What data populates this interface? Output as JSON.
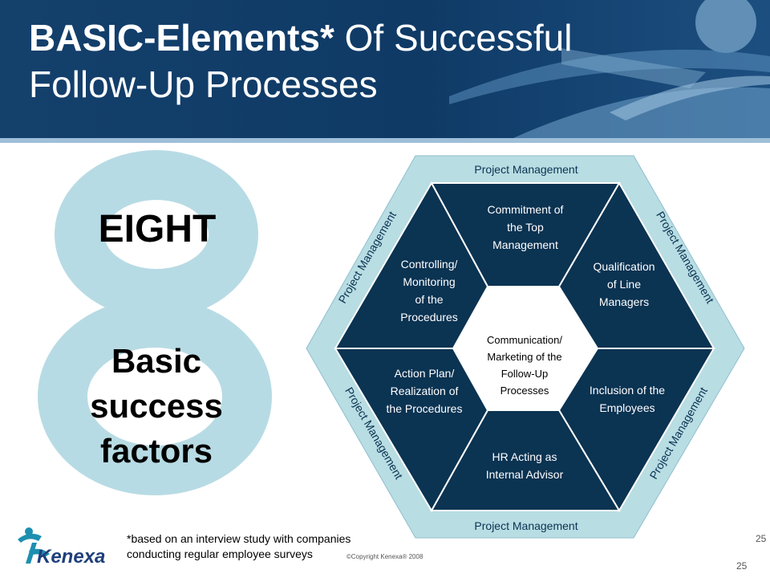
{
  "header": {
    "title_bold": "BASIC-Elements*",
    "title_rest": " Of Successful",
    "title_line2": "Follow-Up Processes"
  },
  "left": {
    "eight": "EIGHT",
    "basic_lines": [
      "Basic",
      "success",
      "factors"
    ]
  },
  "diagram": {
    "ring_labels": {
      "top": "Project Management",
      "bottom": "Project Management",
      "upper_left": "Project Management",
      "upper_right": "Project Management",
      "lower_left": "Project Management",
      "lower_right": "Project Management"
    },
    "segments": {
      "top": [
        "Commitment of",
        "the Top",
        "Management"
      ],
      "upper_right": [
        "Qualification",
        "of Line",
        "Managers"
      ],
      "lower_right": [
        "Inclusion of the",
        "Employees"
      ],
      "bottom": [
        "HR Acting as",
        "Internal Advisor"
      ],
      "lower_left": [
        "Action Plan/",
        "Realization of",
        "the Procedures"
      ],
      "upper_left": [
        "Controlling/",
        "Monitoring",
        "of the",
        "Procedures"
      ],
      "center": [
        "Communication/",
        "Marketing of the",
        "Follow-Up",
        "Processes"
      ]
    },
    "colors": {
      "ring": "#b8dde3",
      "segment": "#0b3352",
      "center": "#ffffff"
    }
  },
  "footer": {
    "footnote_lines": [
      "*based on an interview study with companies",
      "conducting regular employee surveys"
    ],
    "copyright": "©Copyright Kenexa® 2008",
    "page_number_1": "25",
    "page_number_2": "25",
    "logo_text": "Kenexa"
  }
}
